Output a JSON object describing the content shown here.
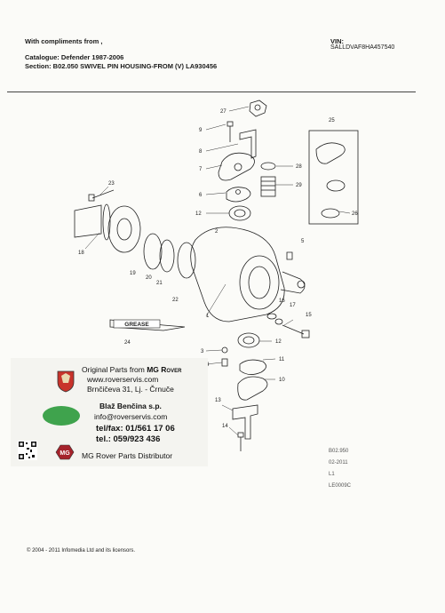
{
  "header": {
    "compliments": "With compliments from ,",
    "catalogue": "Catalogue: Defender 1987-2006",
    "section": "Section: B02.050   SWIVEL PIN HOUSING-FROM (V) LA930456",
    "vin_label": "VIN:",
    "vin_value": "SALLDVAF8HA457540"
  },
  "diagram": {
    "grease_label": "GREASE",
    "callouts": [
      "27",
      "9",
      "8",
      "7",
      "6",
      "12",
      "28",
      "29",
      "25",
      "26",
      "23",
      "2",
      "5",
      "18",
      "19",
      "20",
      "21",
      "22",
      "1",
      "16",
      "17",
      "15",
      "24",
      "3",
      "4",
      "12",
      "11",
      "10",
      "13",
      "14"
    ],
    "refs": [
      "B02.950",
      "02-2011",
      "L1",
      "LE0009C"
    ]
  },
  "advert": {
    "line1_prefix": "Original Parts from ",
    "line1_brand": "MG Rover",
    "website": "www.roverservis.com",
    "address": "Brnčičeva 31, Lj. - Črnuče",
    "contact_name": "Blaž Benčina s.p.",
    "email": "info@roverservis.com",
    "telfax": "tel/fax: 01/561 17 06",
    "tel": "tel.: 059/923 436",
    "distributor": "MG Rover Parts Distributor",
    "mg_logo_text": "MG",
    "oval_color": "#3fa34d"
  },
  "footer": {
    "copyright": "© 2004 - 2011 Infomedia Ltd and its licensors."
  }
}
